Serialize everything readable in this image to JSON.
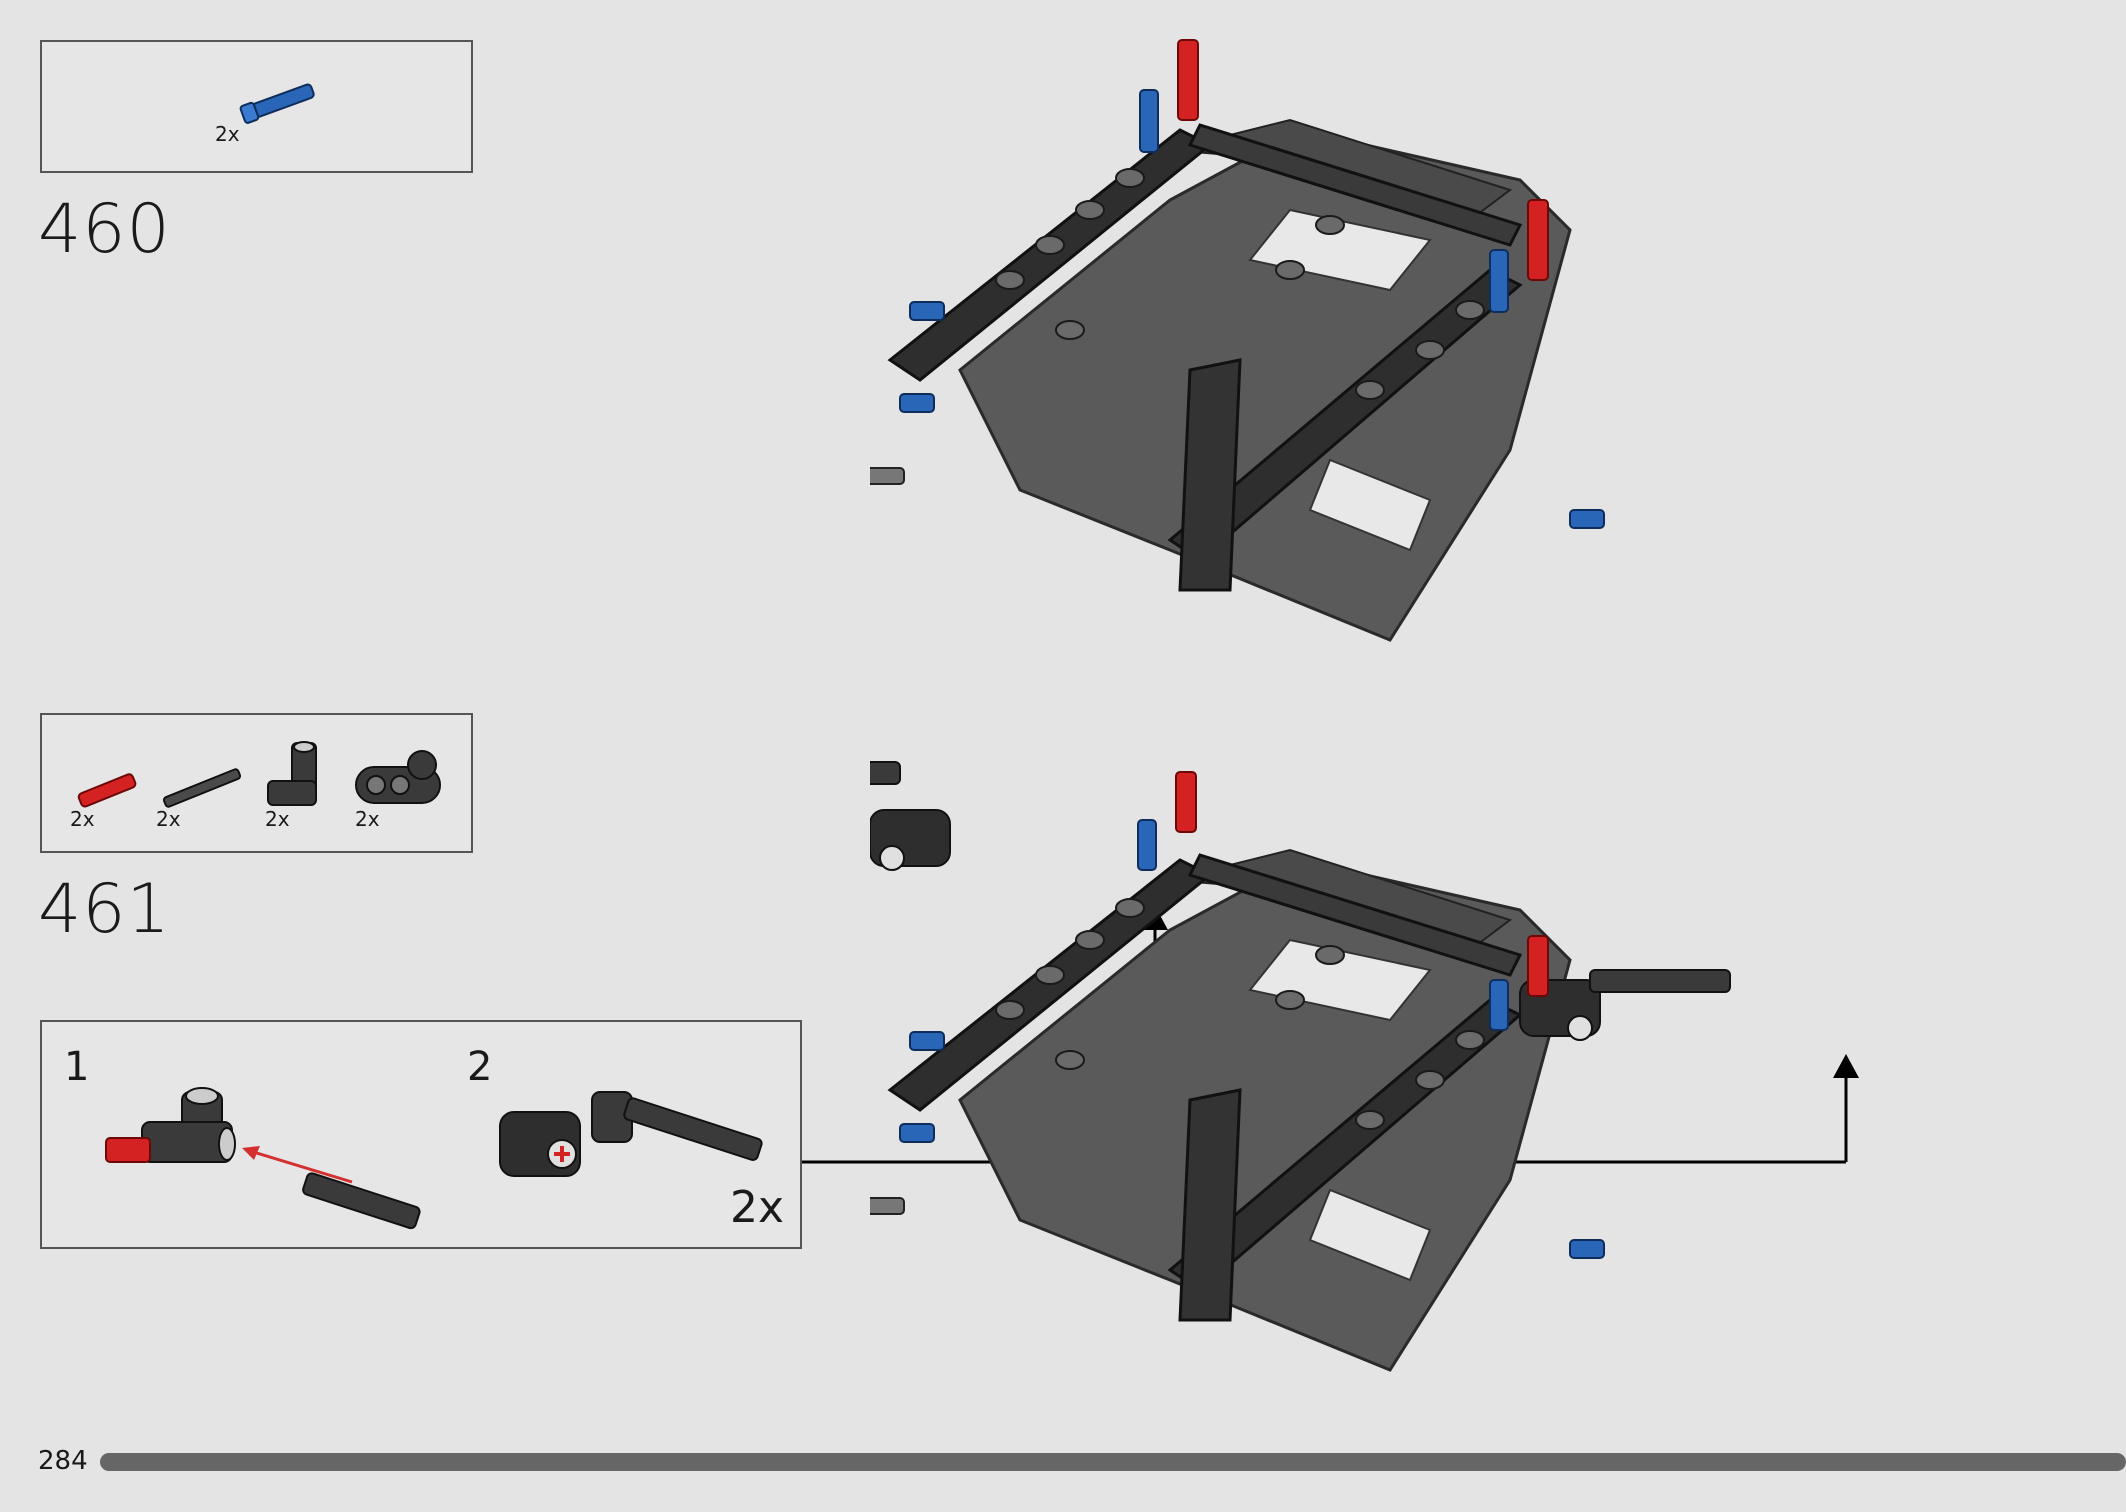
{
  "page_number": "284",
  "progress_fraction": 1.0,
  "colors": {
    "background": "#e4e4e4",
    "beam": "#3a3a3a",
    "panel": "#5c5c5c",
    "pin_blue": "#2a66b8",
    "pin_red": "#d42222",
    "axle": "#4a4a4a",
    "progress": "#666666"
  },
  "step460": {
    "number": "460",
    "parts": [
      {
        "icon": "blue-pin-icon",
        "qty": "2x"
      }
    ]
  },
  "step461": {
    "number": "461",
    "parts": [
      {
        "icon": "red-pin-icon",
        "qty": "2x"
      },
      {
        "icon": "axle-icon",
        "qty": "2x"
      },
      {
        "icon": "angle-connector-icon",
        "qty": "2x"
      },
      {
        "icon": "beam-connector-icon",
        "qty": "2x"
      }
    ],
    "sub_assembly": {
      "sub1": "1",
      "sub2": "2",
      "multiplier": "2x"
    }
  }
}
